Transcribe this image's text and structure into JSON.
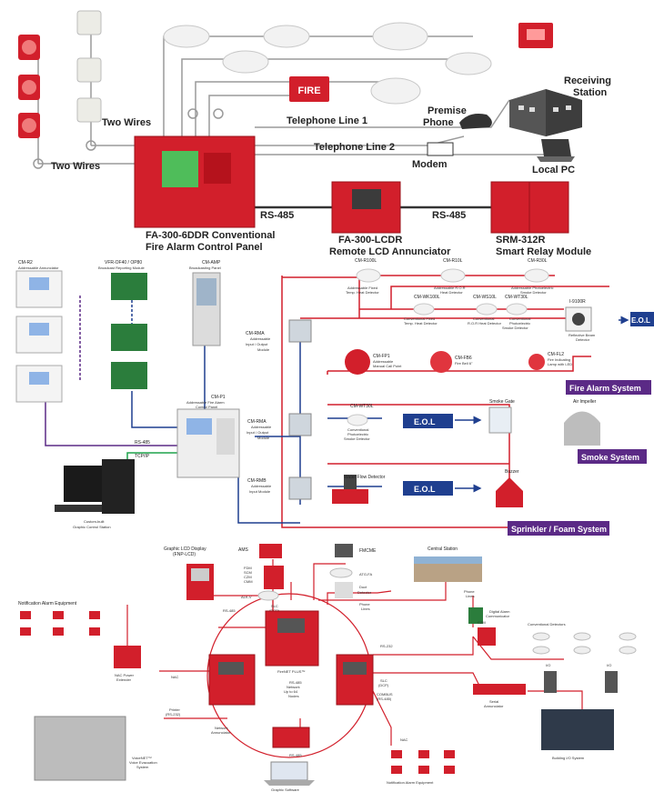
{
  "top": {
    "two_wires_1": "Two Wires",
    "two_wires_2": "Two Wires",
    "tel_line_1": "Telephone Line 1",
    "tel_line_2": "Telephone Line 2",
    "premise_phone_1": "Premise",
    "premise_phone_2": "Phone",
    "receiving_1": "Receiving",
    "receiving_2": "Station",
    "modem": "Modem",
    "local_pc": "Local PC",
    "rs485_a": "RS-485",
    "rs485_b": "RS-485",
    "fire_sign": "FIRE",
    "panel_1": "FA-300-6DDR Conventional",
    "panel_2": "Fire Alarm Control Panel",
    "lcd_1": "FA-300-LCDR",
    "lcd_2": "Remote LCD Annunciator",
    "srm_1": "SRM-312R",
    "srm_2": "Smart Relay Module"
  },
  "middle": {
    "cm_r2_1": "CM-R2",
    "cm_r2_2": "Addressable Annunciator",
    "vfr_1": "VFR-OF40 / OP80",
    "vfr_2": "Broadcast Reporting Module",
    "cm_amp_1": "CM-AMP",
    "cm_amp_2": "Broadcasting Panel",
    "cm_r100l_1": "CM-R100L",
    "cm_r100l_2": "Addressable Fixed",
    "cm_r100l_3": "Temp. Heat Detector",
    "cm_r10l_1": "CM-R10L",
    "cm_r10l_2": "Addressable R.O.R",
    "cm_r10l_3": "Heat Detector",
    "cm_r30l_1": "CM-R30L",
    "cm_r30l_2": "Addressable Photoelectric",
    "cm_r30l_3": "Smoke Detector",
    "cm_wk100l_1": "CM-WK100L",
    "cm_wk100l_2": "Conventional Fixed",
    "cm_wk100l_3": "Temp. Heat Detector",
    "cm_ws10l_1": "CM-WS10L",
    "cm_ws10l_2": "Conventional",
    "cm_ws10l_3": "R.O.R Heat Detector",
    "cm_wt30l_1": "CM-WT30L",
    "cm_wt30l_2": "Conventional",
    "cm_wt30l_3": "Photoelectric",
    "cm_wt30l_4": "Smoke Detector",
    "i9100r": "I-9100R",
    "beam_1": "Reflective Beam",
    "beam_2": "Detector",
    "eol_1": "E.O.L",
    "rma1_1": "CM-RMA",
    "rma1_2": "Addressable",
    "rma1_3": "Input / Output",
    "rma1_4": "Module",
    "fp1_1": "CM-FP1",
    "fp1_2": "Addressable",
    "fp1_3": "Manual Call Point",
    "fb6_1": "CM-FB6",
    "fb6_2": "Fire Bell 6\"",
    "fl2_1": "CM-FL2",
    "fl2_2": "Fire Indicating",
    "fl2_3": "Lamp with LED",
    "fire_system": "Fire Alarm System",
    "p1_1": "CM-P1",
    "p1_2": "Addressable Fire Alarm",
    "p1_3": "Control Panel",
    "rma2_1": "CM-RMA",
    "rma2_2": "Addressable",
    "rma2_3": "Input / Output",
    "rma2_4": "Module",
    "wt30l_b1": "CM-WT30L",
    "wt30l_b2": "Conventional",
    "wt30l_b3": "Photoelectric",
    "wt30l_b4": "Smoke Detector",
    "eol_2": "E.O.L",
    "smoke_gate": "Smoke Gate",
    "air_impeller": "Air Impeller",
    "smoke_system": "Smoke System",
    "rs485": "RS-485",
    "tcpip": "TCP/IP",
    "rmb_1": "CM-RMB",
    "rmb_2": "Addressable",
    "rmb_3": "Input Module",
    "water_flow": "Water Flow Detector",
    "eol_3": "E.O.L",
    "buzzer": "Buzzer",
    "station_1": "Custom-built",
    "station_2": "Graphic Control Station",
    "sprinkler": "Sprinkler / Foam System"
  },
  "bottom": {
    "graphic_lcd_1": "Graphic LCD Display",
    "graphic_lcd_2": "(FNP-LCD)",
    "ams": "AMS",
    "fmcme": "FMCME",
    "io_list_1": "FDM",
    "io_list_2": "SCM",
    "io_list_3": "CZM",
    "io_list_4": "CMM",
    "alk_v": "ALK-V",
    "atg_fa": "ATG-FA",
    "slc_1": "SLC",
    "slc_2": "(DCP)",
    "duct_1": "Duct",
    "duct_2": "Detector",
    "central_station": "Central Station",
    "rs485_a": "RS-485",
    "phone_lines_1": "Phone",
    "phone_lines_2": "Lines",
    "phone_lines_r1": "Phone",
    "phone_lines_r2": "Lines",
    "notif_top": "Notification Alarm Equipment",
    "firenet": "FireNET PLUS™",
    "dialer_1": "Digital Alarm",
    "dialer_2": "Communicator",
    "rs232": "RS-232",
    "czm": "CZM",
    "conv_detectors": "Conventional Detectors",
    "nac_power_1": "NAC Power",
    "nac_power_2": "Extender",
    "ring_1": "RS-485",
    "ring_2": "Network",
    "ring_3": "Up to 64",
    "ring_4": "Nodes",
    "nac_left": "NAC",
    "slc_dcp_1": "SLC",
    "slc_dcp_2": "(DCP)",
    "combus_1": "COMBUS",
    "combus_2": "(RS-485)",
    "io_1": "I/O",
    "io_2": "I/O",
    "printer_1": "Printer",
    "printer_2": "(RS-232)",
    "network_ann_1": "Network",
    "network_ann_2": "Annunciator",
    "serial_ann_1": "Serial",
    "serial_ann_2": "Annunciator",
    "nac_right": "NAC",
    "voicenet_1": "VoiceNET™",
    "voicenet_2": "Voice Evacuation",
    "voicenet_3": "System",
    "rs485_b": "RS-485",
    "building_io": "Building I/O System",
    "graphic_sw": "Graphic Software",
    "notif_bottom": "Notification Alarm Equipment"
  },
  "colors": {
    "red": "#d21f2b",
    "purple": "#5b2a86",
    "navy": "#1f3f8f",
    "wire": "#9a9a9a"
  }
}
